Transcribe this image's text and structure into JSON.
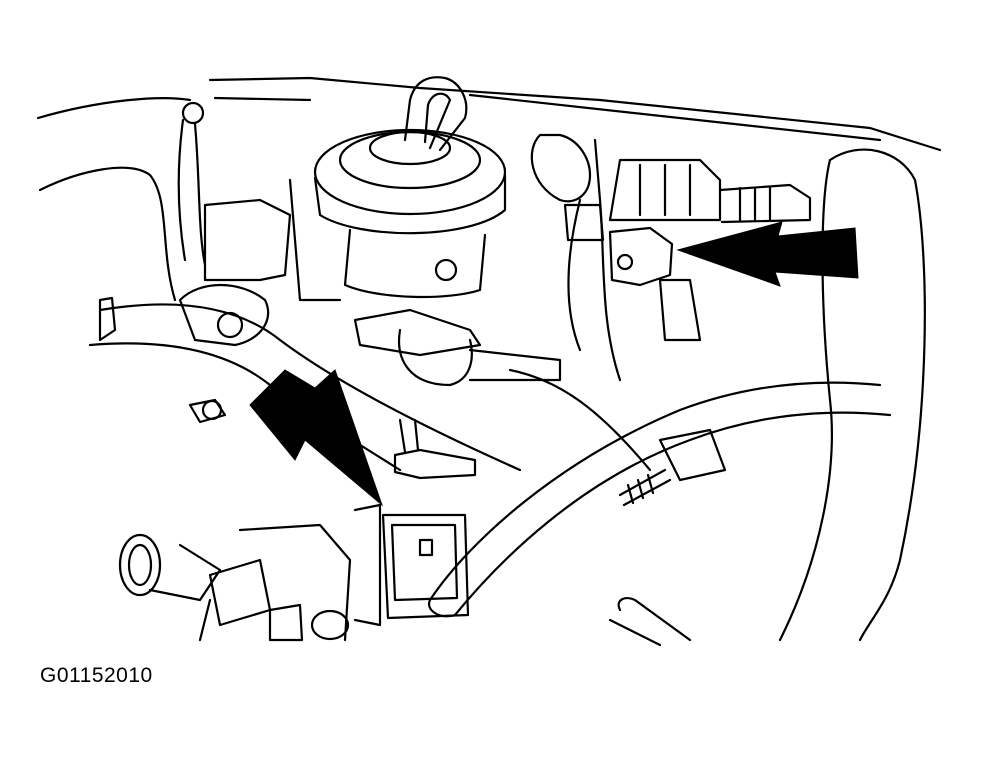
{
  "figure": {
    "id_label": "G01152010"
  },
  "callouts": [
    {
      "name": "upper-right-arrow",
      "points_to": "connector-right"
    },
    {
      "name": "lower-left-arrow",
      "points_to": "connector-lower"
    }
  ],
  "colors": {
    "line": "#000000",
    "background": "#ffffff"
  }
}
